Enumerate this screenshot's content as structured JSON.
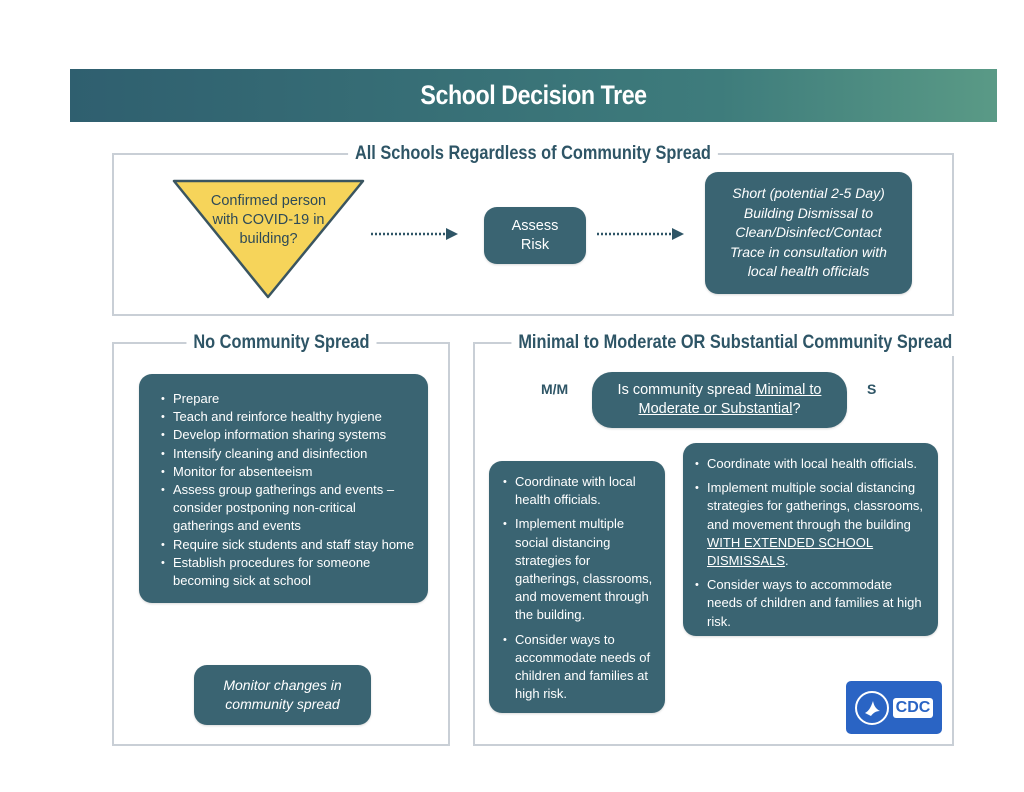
{
  "title": "School Decision Tree",
  "top_panel": {
    "title": "All Schools Regardless of Community Spread",
    "decision": "Confirmed person with COVID-19 in building?",
    "decision_lines": [
      "Confirmed person",
      "with COVID-19 in",
      "building?"
    ],
    "assess": "Assess Risk",
    "assess_lines": [
      "Assess",
      "Risk"
    ],
    "dismissal_lines": [
      "Short (potential 2-5 Day)",
      "Building Dismissal to",
      "Clean/Disinfect/Contact",
      "Trace in consultation with",
      "local health officials"
    ]
  },
  "left_panel": {
    "title": "No Community Spread",
    "items": [
      "Prepare",
      "Teach and reinforce healthy hygiene",
      "Develop information sharing systems",
      "Intensify cleaning and disinfection",
      "Monitor for absenteeism",
      "Assess group gatherings and events – consider postponing non-critical gatherings and events",
      "Require sick students and staff stay home",
      "Establish procedures for someone becoming sick at school"
    ],
    "monitor_lines": [
      "Monitor changes in",
      "community spread"
    ]
  },
  "right_panel": {
    "title": "Minimal to Moderate OR Substantial Community Spread",
    "question_prefix": "Is community spread ",
    "question_link": "Minimal to Moderate or Substantial",
    "question_suffix": "?",
    "label_mm": "M/M",
    "label_s": "S",
    "mm_items": [
      "Coordinate with local health officials.",
      "Implement multiple social distancing strategies for gatherings, classrooms, and movement through the building.",
      "Consider ways to accommodate needs of children and families at high risk."
    ],
    "s_item_1": "Coordinate with local health officials.",
    "s_item_2_prefix": "Implement multiple social distancing strategies for gatherings, classrooms, and movement through the building ",
    "s_item_2_emphasis": "WITH EXTENDED SCHOOL DISMISSALS",
    "s_item_2_suffix": ".",
    "s_item_3": "Consider ways to accommodate needs of children and families at high risk."
  },
  "logo": {
    "text": "CDC"
  },
  "colors": {
    "banner": "#2f5f6f",
    "box": "#3a6472",
    "decision_fill": "#f6d45a",
    "panel_border": "#c9cfd6",
    "heading": "#2e5566",
    "cdc_blue": "#2a64c4"
  }
}
